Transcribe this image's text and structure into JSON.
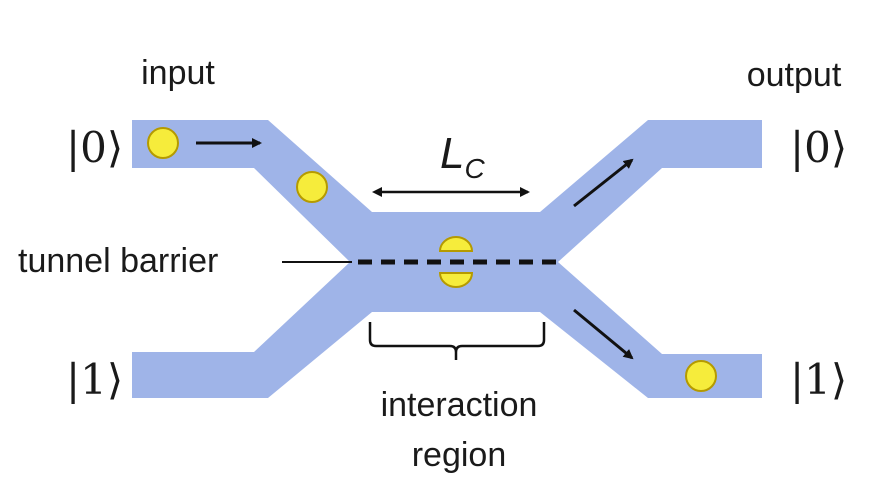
{
  "labels": {
    "input": "input",
    "output": "output",
    "coupling_length_main": "L",
    "coupling_length_sub": "C",
    "tunnel_barrier": "tunnel barrier",
    "interaction_line1": "interaction",
    "interaction_line2": "region"
  },
  "kets": {
    "input_top": "|0⟩",
    "input_bottom": "|1⟩",
    "output_top": "|0⟩",
    "output_bottom": "|1⟩"
  },
  "colors": {
    "waveguide": "#9fb4e8",
    "particle_fill": "#f6ec3b",
    "particle_stroke": "#b59a00",
    "line": "#111111"
  }
}
